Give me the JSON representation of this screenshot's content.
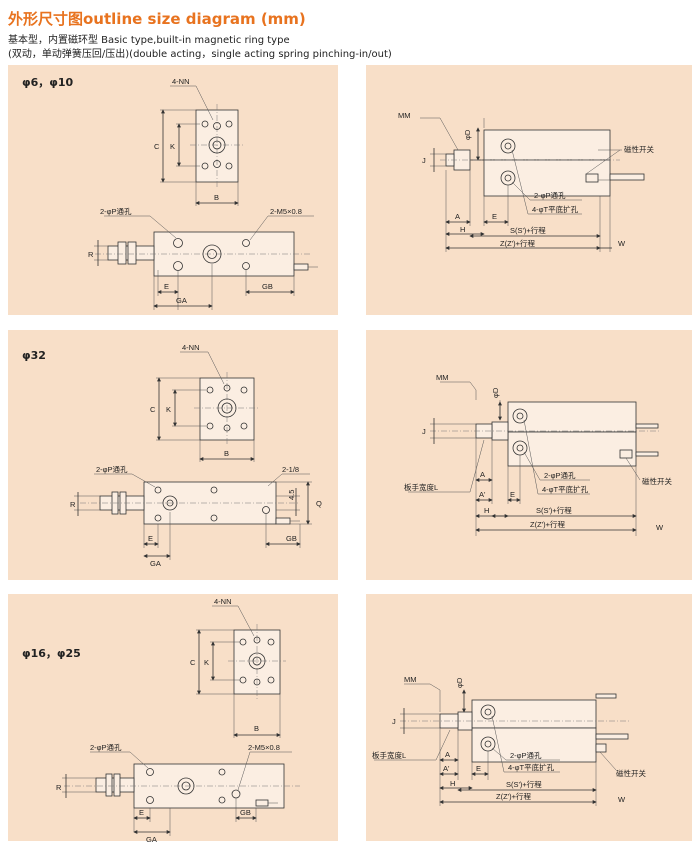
{
  "header": {
    "title": "外形尺寸图outline size diagram (mm)",
    "line1": "基本型，内置磁环型 Basic type,built-in magnetic ring type",
    "line2": "(双动，单动弹簧压回/压出)(double acting，single acting spring pinching-in/out)"
  },
  "panels": {
    "p1": {
      "label": "φ6，φ10"
    },
    "p2": {
      "label": "φ32"
    },
    "p3": {
      "label": "φ16，φ25"
    }
  },
  "labels": {
    "nn": "4-NN",
    "c": "C",
    "k": "K",
    "b": "B",
    "p_hole": "2-φP通孔",
    "m5": "2-M5×0.8",
    "r": "R",
    "e": "E",
    "ga": "GA",
    "gb": "GB",
    "g18": "2-1/8",
    "q": "Q",
    "v45": "4.5",
    "mm": "MM",
    "d": "φD",
    "j": "J",
    "switch": "磁性开关",
    "p_hole2": "2-φP通孔",
    "t_hole": "4-φT平底扩孔",
    "s": "S(S')+行程",
    "z": "Z(Z')+行程",
    "a": "A",
    "a2": "A'",
    "h": "H",
    "w": "W",
    "wrench": "板手宽度L"
  }
}
